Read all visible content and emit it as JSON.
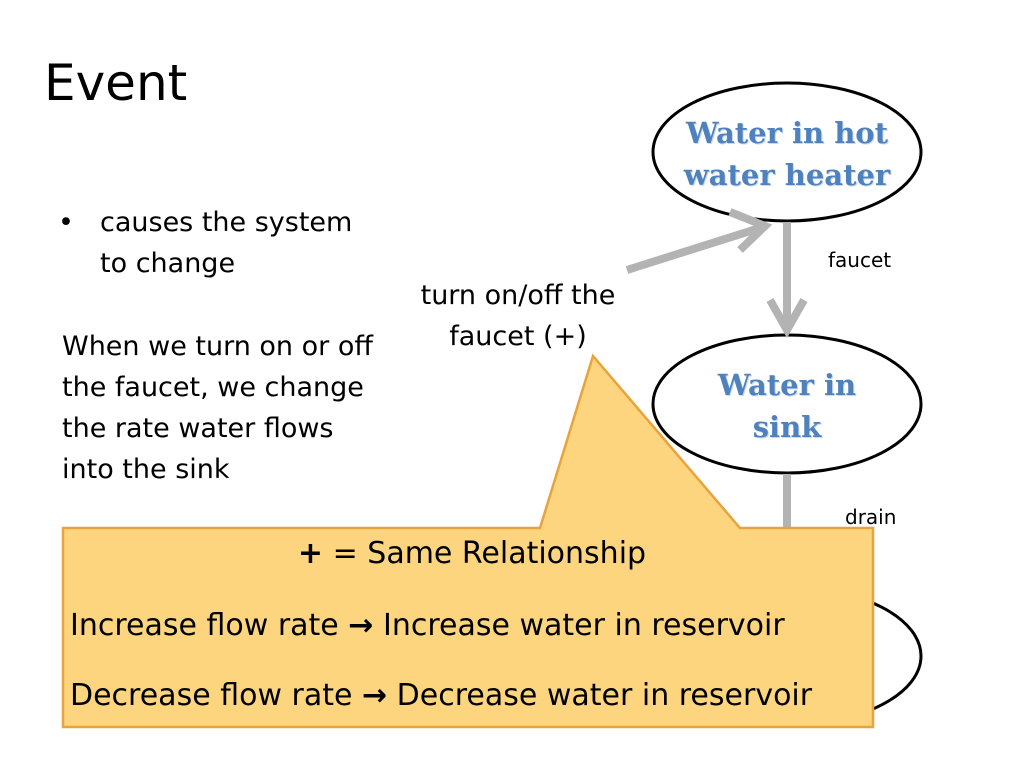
{
  "title": "Event",
  "bullet": {
    "symbol": "•",
    "text": "causes the system to change"
  },
  "paragraph": "When we turn on or off the faucet, we change the rate water flows into the sink",
  "trigger_label": "turn on/off the faucet (+)",
  "nodes": {
    "hot_water_heater": "Water in hot water heater",
    "sink": "Water in sink"
  },
  "flows": {
    "faucet": "faucet",
    "drain": "drain"
  },
  "callout": {
    "plus": "+",
    "relationship": " = Same Relationship",
    "increase_left": "Increase flow rate ",
    "increase_right": " Increase water in reservoir",
    "decrease_left": "Decrease flow rate ",
    "decrease_right": " Decrease water in reservoir",
    "arrow": "→"
  },
  "colors": {
    "callout_fill": "#fcd57e",
    "callout_border": "#e8a33c",
    "node_text": "#4f81bd",
    "arrow_gray": "#b3b3b3"
  }
}
